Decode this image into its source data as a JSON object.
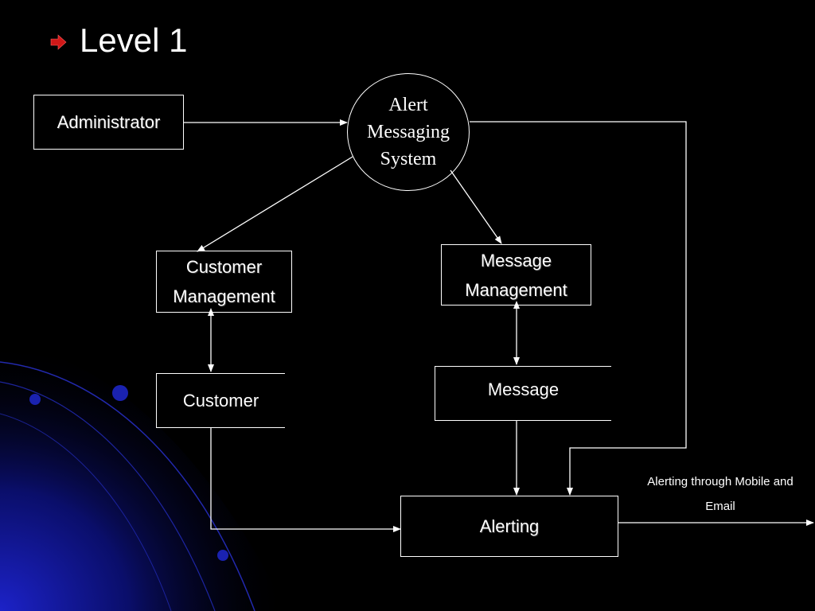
{
  "slide": {
    "title": "Level 1",
    "colors": {
      "background": "#000000",
      "lines": "#ffffff",
      "bullet": "#d01818",
      "swirl": "#1a22c8"
    }
  },
  "nodes": {
    "administrator": "Administrator",
    "alert_system": [
      "Alert",
      "Messaging",
      "System"
    ],
    "customer_management": [
      "Customer",
      "Management"
    ],
    "message_management": [
      "Message",
      "Management"
    ],
    "customer": "Customer",
    "message": "Message",
    "alerting": "Alerting"
  },
  "edges": {
    "output_label": "Alerting through Mobile and Email"
  },
  "icons": {
    "bullet": "red-arrow-bullet-icon"
  }
}
